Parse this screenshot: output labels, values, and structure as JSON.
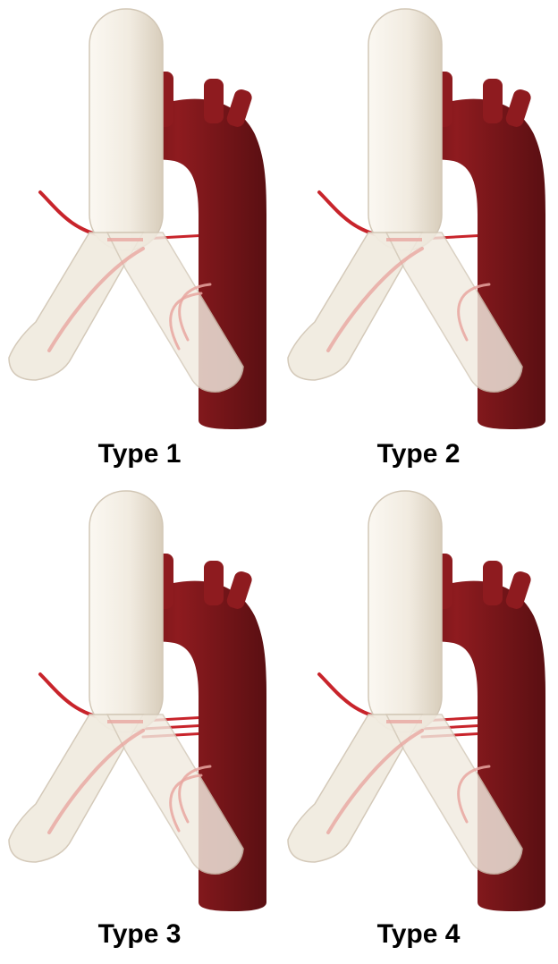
{
  "panels": [
    {
      "label": "Type 1",
      "right_branches": 1,
      "lower_branches": 2
    },
    {
      "label": "Type 2",
      "right_branches": 1,
      "lower_branches": 1
    },
    {
      "label": "Type 3",
      "right_branches": 3,
      "lower_branches": 2
    },
    {
      "label": "Type 4",
      "right_branches": 3,
      "lower_branches": 1
    }
  ],
  "colors": {
    "trachea": "#f1ebe0",
    "trachea_edge": "#d2c7b6",
    "aorta": "#8e1b1f",
    "aorta_dark": "#5a0f12",
    "artery": "#c8242b"
  }
}
